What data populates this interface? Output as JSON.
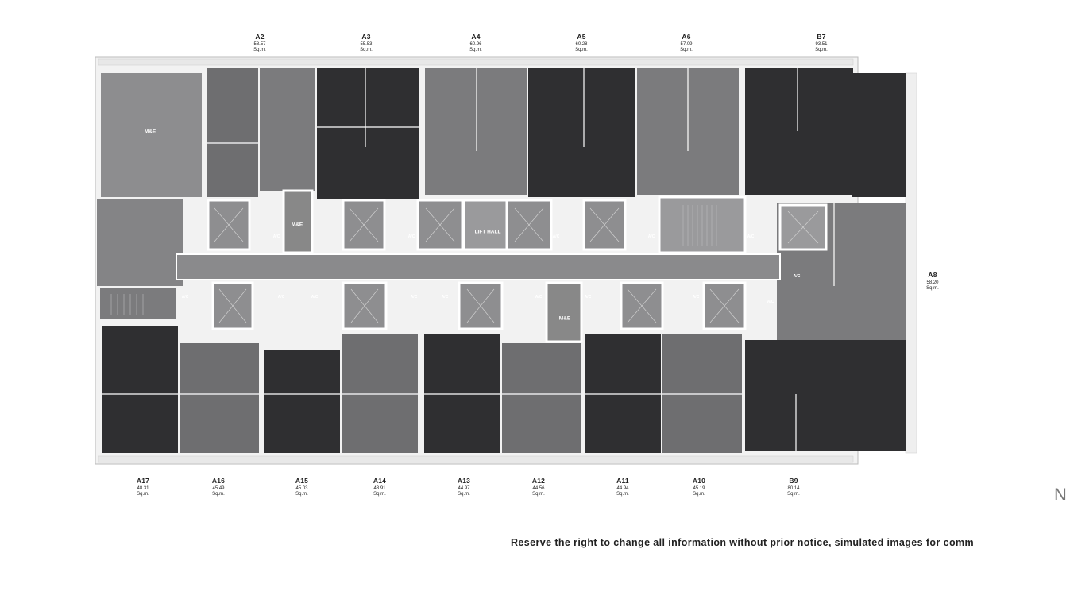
{
  "top_units": [
    {
      "code": "A2",
      "area": "58.57",
      "unit": "Sq.m."
    },
    {
      "code": "A3",
      "area": "55.53",
      "unit": "Sq.m."
    },
    {
      "code": "A4",
      "area": "60.96",
      "unit": "Sq.m."
    },
    {
      "code": "A5",
      "area": "60.28",
      "unit": "Sq.m."
    },
    {
      "code": "A6",
      "area": "57.09",
      "unit": "Sq.m."
    },
    {
      "code": "B7",
      "area": "93.51",
      "unit": "Sq.m."
    }
  ],
  "right_unit": {
    "code": "A8",
    "area": "58.20",
    "unit": "Sq.m."
  },
  "bottom_units": [
    {
      "code": "A17",
      "area": "48.31",
      "unit": "Sq.m."
    },
    {
      "code": "A16",
      "area": "45.49",
      "unit": "Sq.m."
    },
    {
      "code": "A15",
      "area": "45.03",
      "unit": "Sq.m."
    },
    {
      "code": "A14",
      "area": "43.91",
      "unit": "Sq.m."
    },
    {
      "code": "A13",
      "area": "44.97",
      "unit": "Sq.m."
    },
    {
      "code": "A12",
      "area": "44.56",
      "unit": "Sq.m."
    },
    {
      "code": "A11",
      "area": "44.94",
      "unit": "Sq.m."
    },
    {
      "code": "A10",
      "area": "45.19",
      "unit": "Sq.m."
    },
    {
      "code": "B9",
      "area": "80.14",
      "unit": "Sq.m."
    }
  ],
  "rooms": {
    "me_1": "M&E",
    "me_2": "M&E",
    "me_3": "M&E",
    "lift_hall": "LIFT HALL",
    "ac": "A/C"
  },
  "disclaimer": "Reserve the right to change all information without prior notice, simulated images for comm",
  "north_label": "N",
  "colors": {
    "dark": "#2f2f31",
    "light": "#7b7b7d",
    "corridor": "#8a8a8c",
    "service": "#9a9a9c",
    "background": "#ffffff",
    "wall": "#ffffff"
  }
}
